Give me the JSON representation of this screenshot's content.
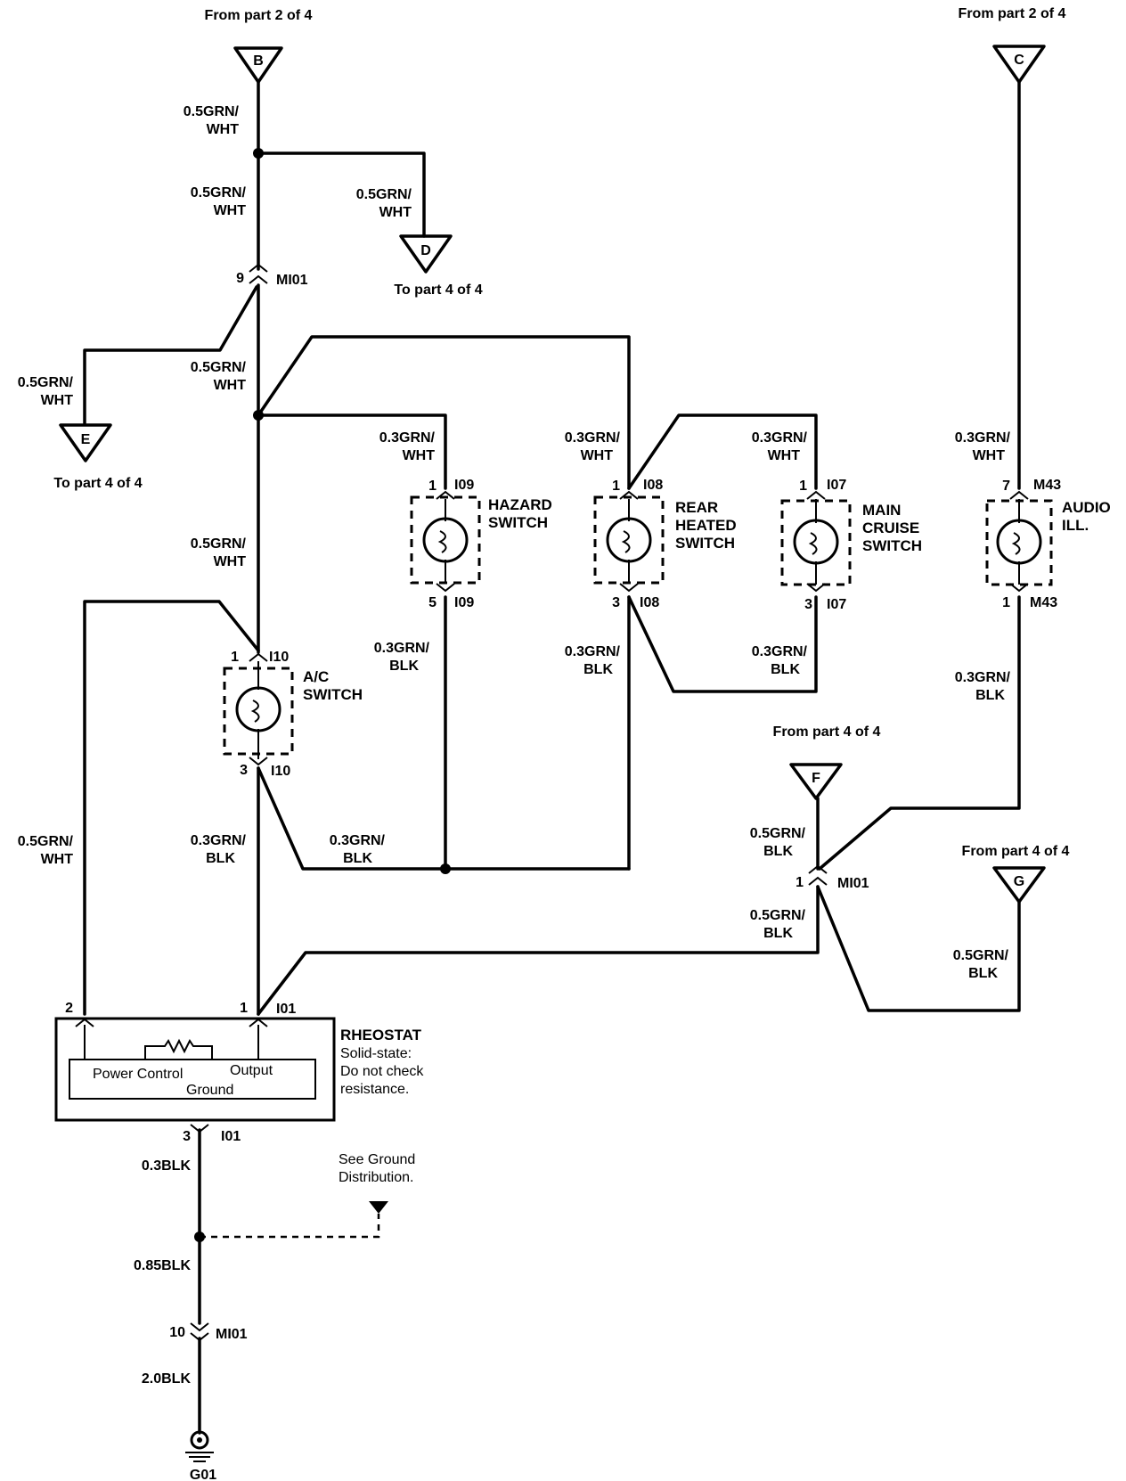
{
  "connectors": {
    "b": {
      "letter": "B",
      "note": "From  part 2 of 4"
    },
    "c": {
      "letter": "C",
      "note": "From  part 2 of 4"
    },
    "d": {
      "letter": "D",
      "note": "To  part 4 of 4"
    },
    "e": {
      "letter": "E",
      "note": "To  part 4 of 4"
    },
    "f": {
      "letter": "F",
      "note": "From  part 4 of 4"
    },
    "g": {
      "letter": "G",
      "note": "From  part 4 of 4"
    }
  },
  "wires": {
    "w_b_top": [
      "0.5GRN/",
      "WHT"
    ],
    "w_b_mid": [
      "0.5GRN/",
      "WHT"
    ],
    "w_d": [
      "0.5GRN/",
      "WHT"
    ],
    "w_e": [
      "0.5GRN/",
      "WHT"
    ],
    "w_junction": [
      "0.5GRN/",
      "WHT"
    ],
    "w_to_ac": [
      "0.5GRN/",
      "WHT"
    ],
    "w_left": [
      "0.5GRN/",
      "WHT"
    ],
    "w_hazard_in": [
      "0.3GRN/",
      "WHT"
    ],
    "w_rear_in": [
      "0.3GRN/",
      "WHT"
    ],
    "w_cruise_in": [
      "0.3GRN/",
      "WHT"
    ],
    "w_audio_in": [
      "0.3GRN/",
      "WHT"
    ],
    "w_hazard_out": [
      "0.3GRN/",
      "BLK"
    ],
    "w_rear_out": [
      "0.3GRN/",
      "BLK"
    ],
    "w_cruise_out": [
      "0.3GRN/",
      "BLK"
    ],
    "w_audio_out": [
      "0.3GRN/",
      "BLK"
    ],
    "w_ac_out": [
      "0.3GRN/",
      "BLK"
    ],
    "w_bus": [
      "0.3GRN/",
      "BLK"
    ],
    "w_f": [
      "0.5GRN/",
      "BLK"
    ],
    "w_mi01_low": [
      "0.5GRN/",
      "BLK"
    ],
    "w_g": [
      "0.5GRN/",
      "BLK"
    ],
    "w_gnd1": "0.3BLK",
    "w_gnd2": "0.85BLK",
    "w_gnd3": "2.0BLK"
  },
  "pins": {
    "mi01_9": "9",
    "mi01_1": "1",
    "mi01_10": "10",
    "i09_1": "1",
    "i09_5": "5",
    "i08_1": "1",
    "i08_3": "3",
    "i07_1": "1",
    "i07_3": "3",
    "m43_7": "7",
    "m43_1": "1",
    "i10_1": "1",
    "i10_3": "3",
    "i01_2": "2",
    "i01_1": "1",
    "i01_3": "3"
  },
  "connector_ids": {
    "mi01": "MI01",
    "i09": "I09",
    "i08": "I08",
    "i07": "I07",
    "m43": "M43",
    "i10": "I10",
    "i01": "I01"
  },
  "components": {
    "hazard": [
      "HAZARD",
      "SWITCH"
    ],
    "rear": [
      "REAR",
      "HEATED",
      "SWITCH"
    ],
    "cruise": [
      "MAIN",
      "CRUISE",
      "SWITCH"
    ],
    "audio": [
      "AUDIO",
      "ILL."
    ],
    "ac": [
      "A/C",
      "SWITCH"
    ]
  },
  "rheostat": {
    "title": "RHEOSTAT",
    "note": [
      "Solid-state:",
      "Do not check",
      "resistance."
    ],
    "power_control": "Power Control",
    "output": "Output",
    "ground": "Ground"
  },
  "ground_note": [
    "See Ground",
    "Distribution."
  ],
  "ground_id": "G01"
}
